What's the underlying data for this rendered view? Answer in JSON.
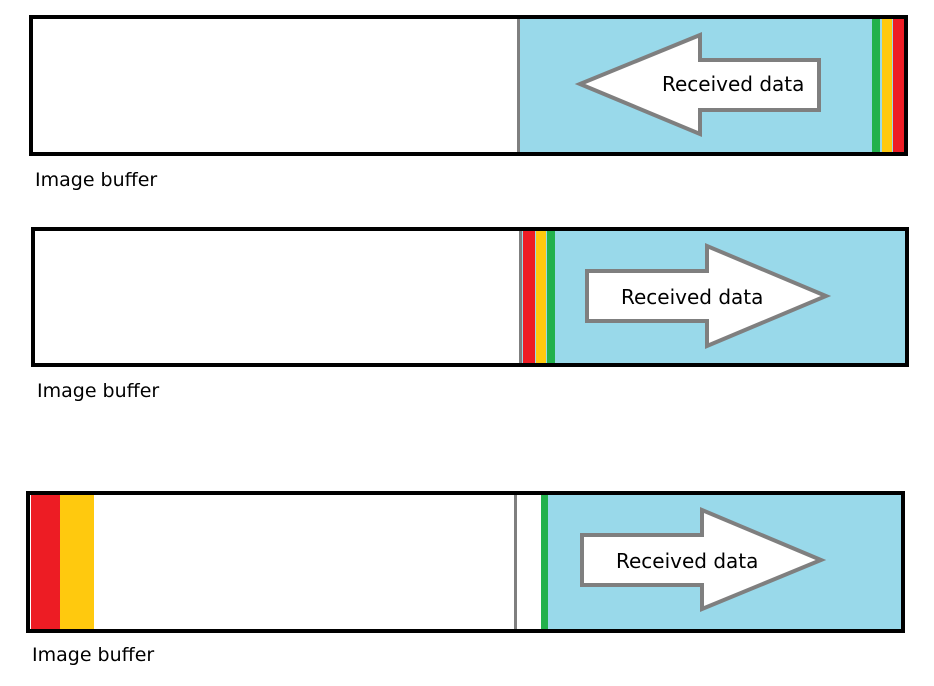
{
  "colors": {
    "received": "#99d9ea",
    "red": "#ed1c24",
    "orange": "#ffc90e",
    "green": "#22b14c",
    "divider": "#7f7f7f",
    "border": "#000000",
    "arrow_fill": "#ffffff",
    "arrow_stroke": "#7f7f7f"
  },
  "panels": [
    {
      "caption": "Image buffer",
      "arrow_label": "Received data",
      "arrow_direction": "left"
    },
    {
      "caption": "Image buffer",
      "arrow_label": "Received data",
      "arrow_direction": "right"
    },
    {
      "caption": "Image buffer",
      "arrow_label": "Received data",
      "arrow_direction": "right"
    }
  ]
}
